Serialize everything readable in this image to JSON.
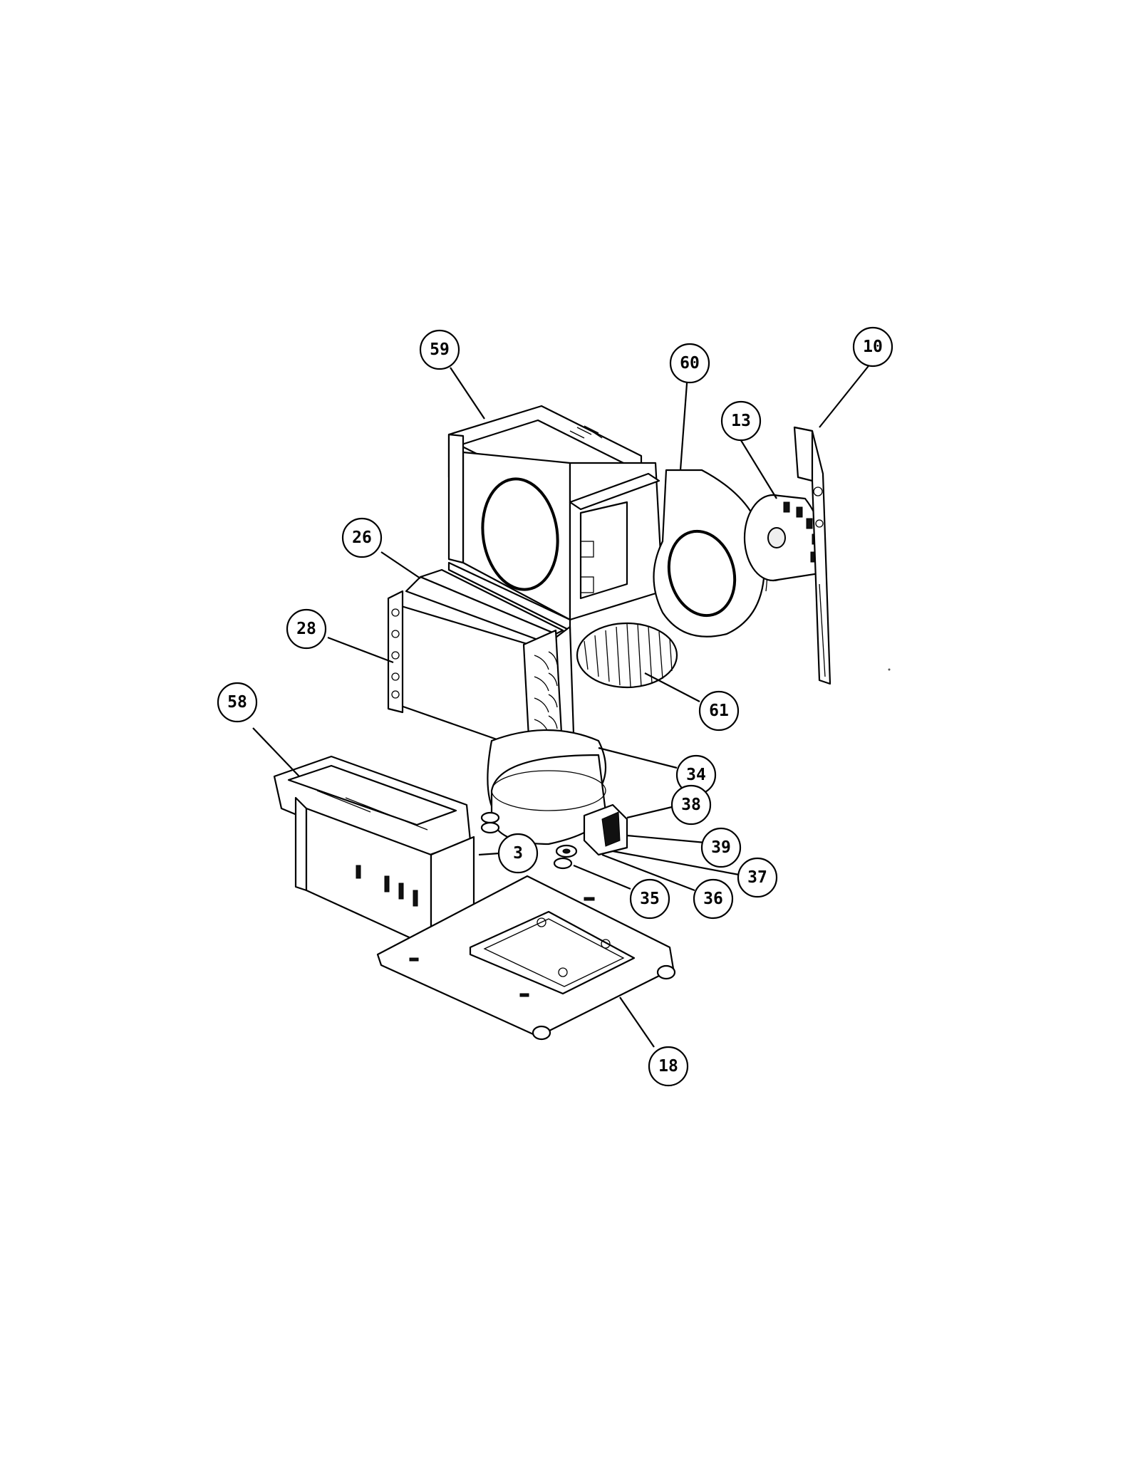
{
  "diagram": {
    "type": "exploded-parts-diagram",
    "line_color": "#000000",
    "background_color": "#ffffff",
    "callouts": [
      {
        "id": "59",
        "label": "59"
      },
      {
        "id": "60",
        "label": "60"
      },
      {
        "id": "10",
        "label": "10"
      },
      {
        "id": "13",
        "label": "13"
      },
      {
        "id": "26",
        "label": "26"
      },
      {
        "id": "28",
        "label": "28"
      },
      {
        "id": "61",
        "label": "61"
      },
      {
        "id": "58",
        "label": "58"
      },
      {
        "id": "34",
        "label": "34"
      },
      {
        "id": "38",
        "label": "38"
      },
      {
        "id": "39",
        "label": "39"
      },
      {
        "id": "3",
        "label": "3"
      },
      {
        "id": "37",
        "label": "37"
      },
      {
        "id": "35",
        "label": "35"
      },
      {
        "id": "36",
        "label": "36"
      },
      {
        "id": "18",
        "label": "18"
      }
    ]
  }
}
